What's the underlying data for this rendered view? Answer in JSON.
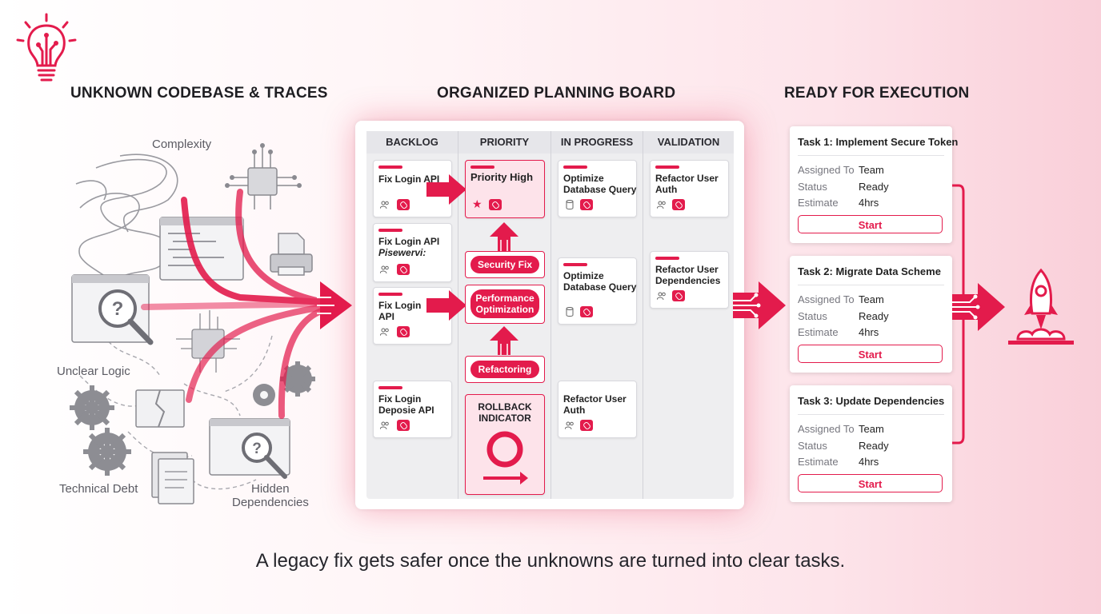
{
  "sections": {
    "left_title": "UNKNOWN CODEBASE & TRACES",
    "middle_title": "ORGANIZED PLANNING BOARD",
    "right_title": "READY FOR EXECUTION"
  },
  "left_labels": {
    "complexity": "Complexity",
    "unclear_logic": "Unclear Logic",
    "technical_debt": "Technical Debt",
    "hidden_dependencies_1": "Hidden",
    "hidden_dependencies_2": "Dependencies"
  },
  "board": {
    "columns": [
      "BACKLOG",
      "PRIORITY",
      "IN PROGRESS",
      "VALIDATION"
    ],
    "backlog": [
      {
        "line1": "Fix Login API",
        "line2": ""
      },
      {
        "line1": "Fix Login API",
        "line2": "Pisewervi:"
      },
      {
        "line1": "Fix Login",
        "line2": "API"
      },
      {
        "line1": "Fix Login",
        "line2": "Deposie API"
      }
    ],
    "priority": {
      "priority_high": "Priority High",
      "security_fix": "Security Fix",
      "performance_1": "Performance",
      "performance_2": "Optimization",
      "refactoring": "Refactoring",
      "rollback_1": "ROLLBACK",
      "rollback_2": "INDICATOR"
    },
    "in_progress": [
      {
        "line1": "Optimize",
        "line2": "Database Query"
      },
      {
        "line1": "Optimize",
        "line2": "Database Query"
      },
      {
        "line1": "Refactor User",
        "line2": "Auth"
      }
    ],
    "validation": [
      {
        "line1": "Refactor User",
        "line2": "Auth"
      },
      {
        "line1": "Refactor User",
        "line2": "Dependencies"
      }
    ]
  },
  "tasks": [
    {
      "title": "Task 1: Implement Secure Token",
      "assigned_label": "Assigned To",
      "assigned": "Team",
      "status_label": "Status",
      "status": "Ready",
      "estimate_label": "Estimate",
      "estimate": "4hrs",
      "button": "Start"
    },
    {
      "title": "Task 2: Migrate Data Scheme",
      "assigned_label": "Assigned To",
      "assigned": "Team",
      "status_label": "Status",
      "status": "Ready",
      "estimate_label": "Estimate",
      "estimate": "4hrs",
      "button": "Start"
    },
    {
      "title": "Task 3: Update Dependencies",
      "assigned_label": "Assigned To",
      "assigned": "Team",
      "status_label": "Status",
      "status": "Ready",
      "estimate_label": "Estimate",
      "estimate": "4hrs",
      "button": "Start"
    }
  ],
  "caption": "A legacy fix gets safer once the unknowns are turned into clear tasks.",
  "colors": {
    "accent": "#e31b4c",
    "gray": "#8a8a90"
  },
  "icons": [
    "lightbulb-circuit-icon",
    "chip-icon",
    "code-window-icon",
    "printer-icon",
    "magnifier-question-icon",
    "gear-icon",
    "document-icon",
    "rocket-icon"
  ]
}
